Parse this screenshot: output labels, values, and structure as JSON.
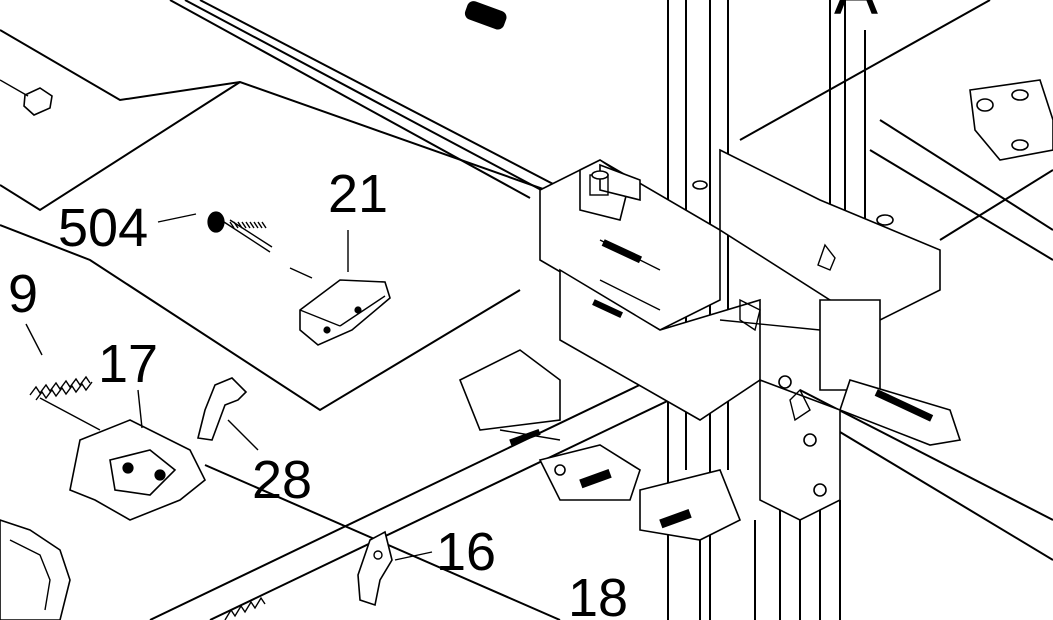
{
  "callouts": {
    "c504": "504",
    "c21": "21",
    "c9": "9",
    "c17": "17",
    "c28": "28",
    "c16": "16",
    "c18": "18",
    "cA": "A"
  }
}
